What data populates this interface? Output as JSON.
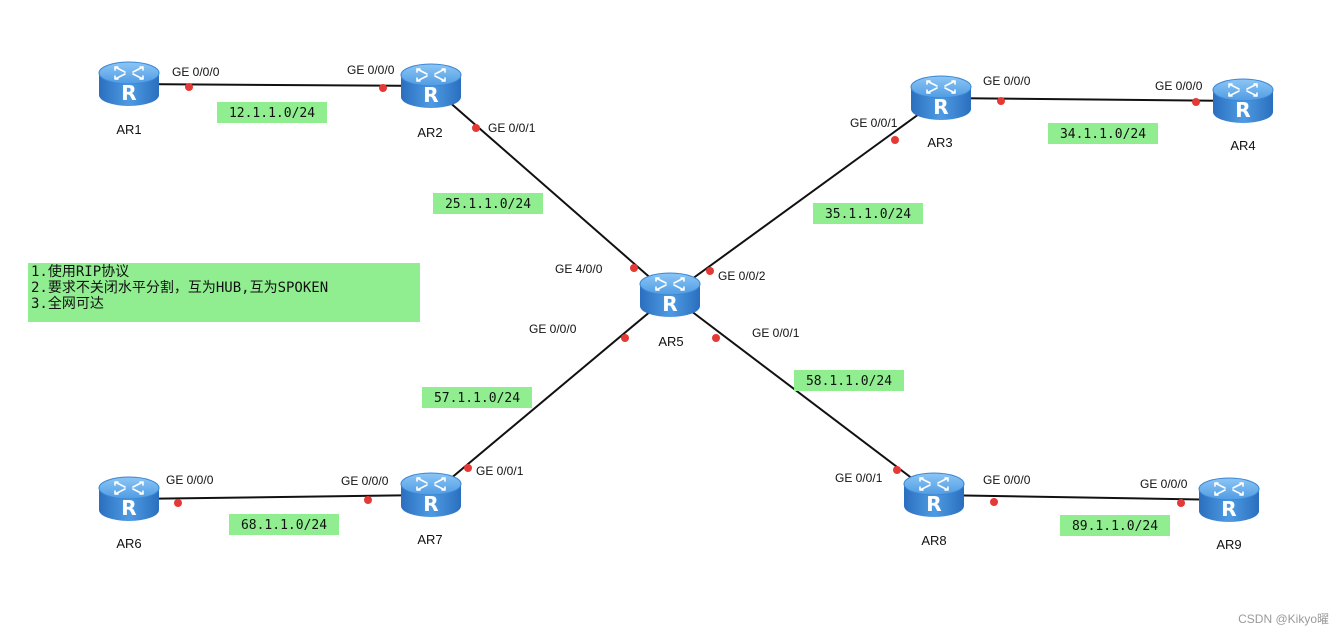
{
  "notes": [
    "1.使用RIP协议",
    "2.要求不关闭水平分割，互为HUB,互为SPOKEN",
    "3.全网可达"
  ],
  "routers": [
    {
      "id": "AR1",
      "label": "AR1"
    },
    {
      "id": "AR2",
      "label": "AR2"
    },
    {
      "id": "AR3",
      "label": "AR3"
    },
    {
      "id": "AR4",
      "label": "AR4"
    },
    {
      "id": "AR5",
      "label": "AR5"
    },
    {
      "id": "AR6",
      "label": "AR6"
    },
    {
      "id": "AR7",
      "label": "AR7"
    },
    {
      "id": "AR8",
      "label": "AR8"
    },
    {
      "id": "AR9",
      "label": "AR9"
    }
  ],
  "links": [
    {
      "from": "AR1",
      "to": "AR2",
      "from_port": "GE 0/0/0",
      "to_port": "GE 0/0/0",
      "network": "12.1.1.0/24"
    },
    {
      "from": "AR3",
      "to": "AR4",
      "from_port": "GE 0/0/0",
      "to_port": "GE 0/0/0",
      "network": "34.1.1.0/24"
    },
    {
      "from": "AR2",
      "to": "AR5",
      "from_port": "GE 0/0/1",
      "to_port": "GE 4/0/0",
      "network": "25.1.1.0/24"
    },
    {
      "from": "AR3",
      "to": "AR5",
      "from_port": "GE 0/0/1",
      "to_port": "GE 0/0/2",
      "network": "35.1.1.0/24"
    },
    {
      "from": "AR7",
      "to": "AR5",
      "from_port": "GE 0/0/1",
      "to_port": "GE 0/0/0",
      "network": "57.1.1.0/24"
    },
    {
      "from": "AR8",
      "to": "AR5",
      "from_port": "GE 0/0/1",
      "to_port": "GE 0/0/1",
      "network": "58.1.1.0/24"
    },
    {
      "from": "AR6",
      "to": "AR7",
      "from_port": "GE 0/0/0",
      "to_port": "GE 0/0/0",
      "network": "68.1.1.0/24"
    },
    {
      "from": "AR8",
      "to": "AR9",
      "from_port": "GE 0/0/0",
      "to_port": "GE 0/0/0",
      "network": "89.1.1.0/24"
    }
  ],
  "watermark": "CSDN @Kikyo曜",
  "colors": {
    "router_top": "#5aa7e6",
    "router_side": "#2f7fcf",
    "port_dot": "#e53935",
    "network_label_bg": "#90ee90",
    "link": "#111111"
  }
}
